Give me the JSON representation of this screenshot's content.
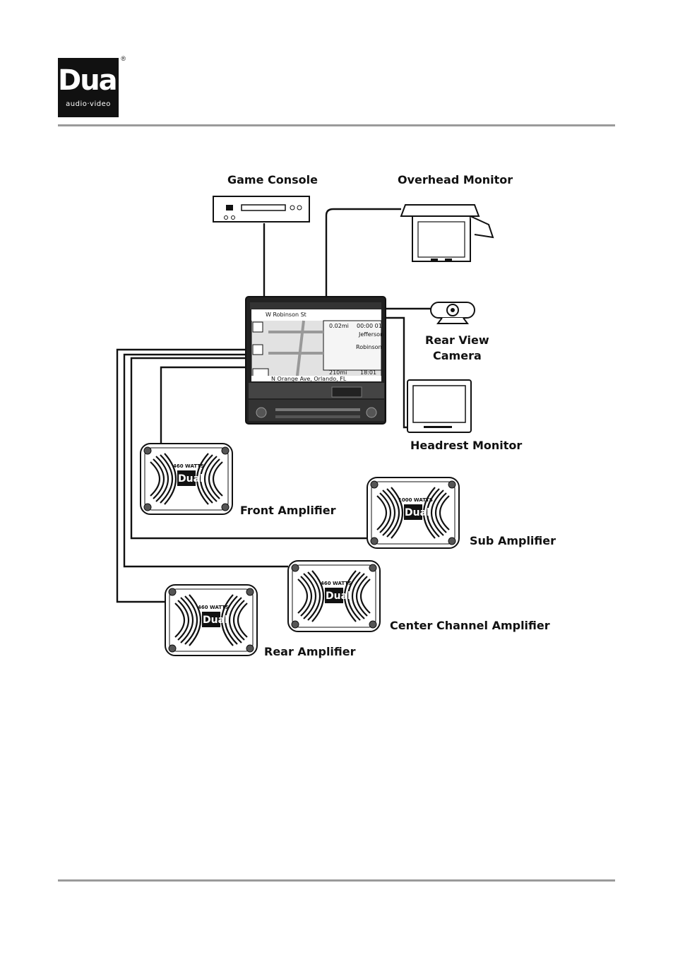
{
  "brand": {
    "logo_main": "Dual",
    "logo_sub": "audio·video",
    "reg_mark": "®"
  },
  "labels": {
    "game_console": "Game Console",
    "overhead_monitor": "Overhead Monitor",
    "rear_view_camera_line1": "Rear View",
    "rear_view_camera_line2": "Camera",
    "headrest_monitor": "Headrest Monitor",
    "front_amplifier": "Front Amplifier",
    "sub_amplifier": "Sub Amplifier",
    "center_channel_amplifier": "Center Channel Amplifier",
    "rear_amplifier": "Rear Amplifier"
  },
  "head_unit": {
    "street_top": "W Robinson St",
    "street_bottom": "N Orange Ave, Orlando, FL",
    "dist1": "0.02mi",
    "time1": "00:00 01",
    "dist2": "210mi",
    "time2": "18:01",
    "poi1": "Jefferson",
    "poi2": "Robinson"
  },
  "amplifiers": {
    "front_watts": "460 WATTS",
    "sub_watts": "1000 WATTS",
    "center_watts": "460 WATTS",
    "rear_watts": "460 WATTS",
    "badge": "Dual"
  },
  "icons": [
    "game-console-icon",
    "overhead-monitor-icon",
    "rear-view-camera-icon",
    "headrest-monitor-icon",
    "head-unit-icon",
    "amplifier-icon"
  ]
}
